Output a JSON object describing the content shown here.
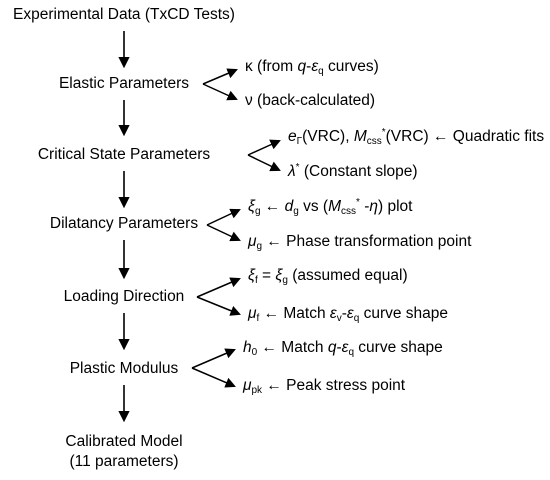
{
  "title": "Experimental Data (TxCD Tests)",
  "steps": [
    {
      "label": "Elastic Parameters",
      "branches": [
        {
          "symbol": "κ",
          "text": " (from q-εq curves)"
        },
        {
          "symbol": "ν",
          "text": " (back-calculated)"
        }
      ]
    },
    {
      "label": "Critical State Parameters",
      "branches": [
        {
          "symbol": "eΓ",
          "text": "(VRC), Mcss*(VRC) ← Quadratic fits"
        },
        {
          "symbol": "λ*",
          "text": " (Constant slope)"
        }
      ]
    },
    {
      "label": "Dilatancy Parameters",
      "branches": [
        {
          "symbol": "ξg",
          "text": " ← dg vs (Mcss* -η) plot"
        },
        {
          "symbol": "μg",
          "text": " ← Phase transformation point"
        }
      ]
    },
    {
      "label": "Loading Direction",
      "branches": [
        {
          "symbol": "ξf",
          "text": " = ξg (assumed equal)"
        },
        {
          "symbol": "μf",
          "text": " ← Match εv-εq curve shape"
        }
      ]
    },
    {
      "label": "Plastic Modulus",
      "branches": [
        {
          "symbol": "h0",
          "text": " ← Match q-εq curve shape"
        },
        {
          "symbol": "μpk",
          "text": " ← Peak stress point"
        }
      ]
    }
  ],
  "result": {
    "line1": "Calibrated Model",
    "line2": "(11 parameters)"
  }
}
